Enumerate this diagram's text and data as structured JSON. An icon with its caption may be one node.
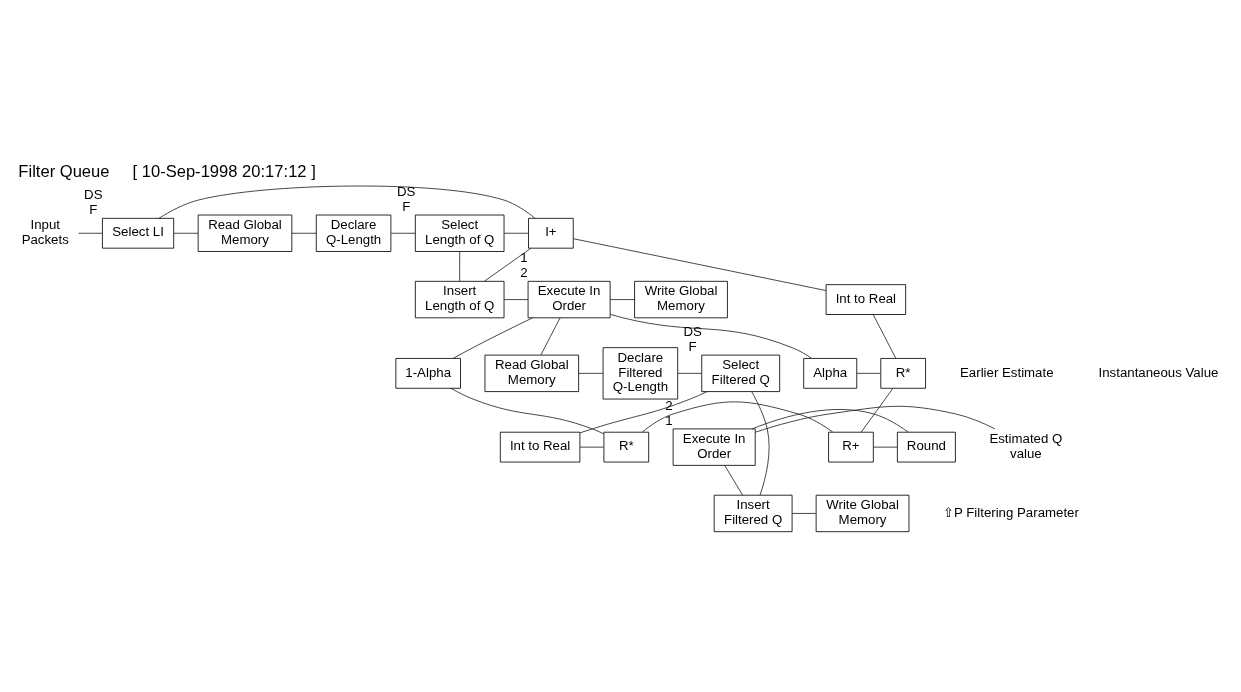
{
  "diagram": {
    "title": "Filter Queue     [ 10-Sep-1998 20:17:12 ]",
    "nodes": [
      {
        "text": [
          "Input Packets"
        ]
      },
      {
        "text": [
          "Select LI"
        ],
        "beside": [
          "DS",
          "F"
        ]
      },
      {
        "text": [
          "Read Global Memory"
        ]
      },
      {
        "text": [
          "Declare Q-Length"
        ]
      },
      {
        "text": [
          "Select Length of Q"
        ],
        "beside": [
          "DS",
          "F"
        ]
      },
      {
        "text": [
          "I+"
        ]
      },
      {
        "text": [
          "Write Global Memory"
        ]
      },
      {
        "text": [
          "Execute In Order"
        ],
        "beside": [
          "1",
          "2"
        ]
      },
      {
        "text": [
          "Insert Length of Q"
        ]
      },
      {
        "text": [
          "Int to Real"
        ]
      },
      {
        "text": [
          "Select Filtered Q"
        ],
        "beside": [
          "DS",
          "F"
        ]
      },
      {
        "text": [
          "Declare Filtered Q-Length"
        ]
      },
      {
        "text": [
          "Read Global Memory"
        ]
      },
      {
        "text": [
          "1-Alpha"
        ]
      },
      {
        "text": [
          "Alpha"
        ]
      },
      {
        "text": [
          "R*"
        ]
      },
      {
        "text": [
          "Int to Real"
        ]
      },
      {
        "text": [
          "R*"
        ]
      },
      {
        "text": [
          "R+"
        ]
      },
      {
        "text": [
          "Round"
        ]
      },
      {
        "text": [
          "Execute In Order"
        ],
        "beside": [
          "2",
          "1"
        ]
      },
      {
        "text": [
          "Insert Filtered Q"
        ]
      },
      {
        "text": [
          "Write Global Memory"
        ]
      },
      {
        "text": [
          "Estimated Q value"
        ]
      }
    ],
    "edges": [
      {
        "from": 0,
        "to": 1,
        "arrow": "none"
      },
      {
        "from": 1,
        "to": 2,
        "arrow": "none"
      },
      {
        "from": 1,
        "to": 5,
        "arrow": "none"
      },
      {
        "from": 2,
        "to": 3,
        "arrow": "none"
      },
      {
        "from": 3,
        "to": 4,
        "arrow": "none"
      },
      {
        "from": 4,
        "to": 5,
        "arrow": "none"
      },
      {
        "from": 4,
        "to": 8,
        "arrow": "none"
      },
      {
        "from": 5,
        "to": 8,
        "arrow": "none"
      },
      {
        "from": 5,
        "to": 9,
        "arrow": "none"
      },
      {
        "from": 8,
        "to": 7,
        "arrow": "none"
      },
      {
        "from": 7,
        "to": 6,
        "arrow": "none"
      },
      {
        "from": 7,
        "to": 12,
        "arrow": "none"
      },
      {
        "from": 7,
        "to": 13,
        "arrow": "none"
      },
      {
        "from": 7,
        "to": 14,
        "arrow": "none"
      },
      {
        "from": 12,
        "to": 11,
        "arrow": "none"
      },
      {
        "from": 11,
        "to": 10,
        "arrow": "none"
      },
      {
        "from": 10,
        "to": 21,
        "arrow": "none"
      },
      {
        "from": 10,
        "to": 16,
        "arrow": "none"
      },
      {
        "from": 16,
        "to": 17,
        "arrow": "none"
      },
      {
        "from": 13,
        "to": 17,
        "arrow": "none"
      },
      {
        "from": 14,
        "to": 15,
        "arrow": "none"
      },
      {
        "from": 9,
        "to": 15,
        "arrow": "none"
      },
      {
        "from": 15,
        "to": 18,
        "arrow": "none"
      },
      {
        "from": 17,
        "to": 18,
        "arrow": "none"
      },
      {
        "from": 18,
        "to": 19,
        "arrow": "none"
      },
      {
        "from": 19,
        "to": 20,
        "arrow": "none"
      },
      {
        "from": 20,
        "to": 23,
        "arrow": "none"
      },
      {
        "from": 20,
        "to": 21,
        "arrow": "none"
      },
      {
        "from": 21,
        "to": 22,
        "arrow": "none"
      }
    ],
    "labels": [
      "Earlier Estimate",
      "Instantaneous Value",
      "⇧P Filtering Parameter"
    ]
  }
}
